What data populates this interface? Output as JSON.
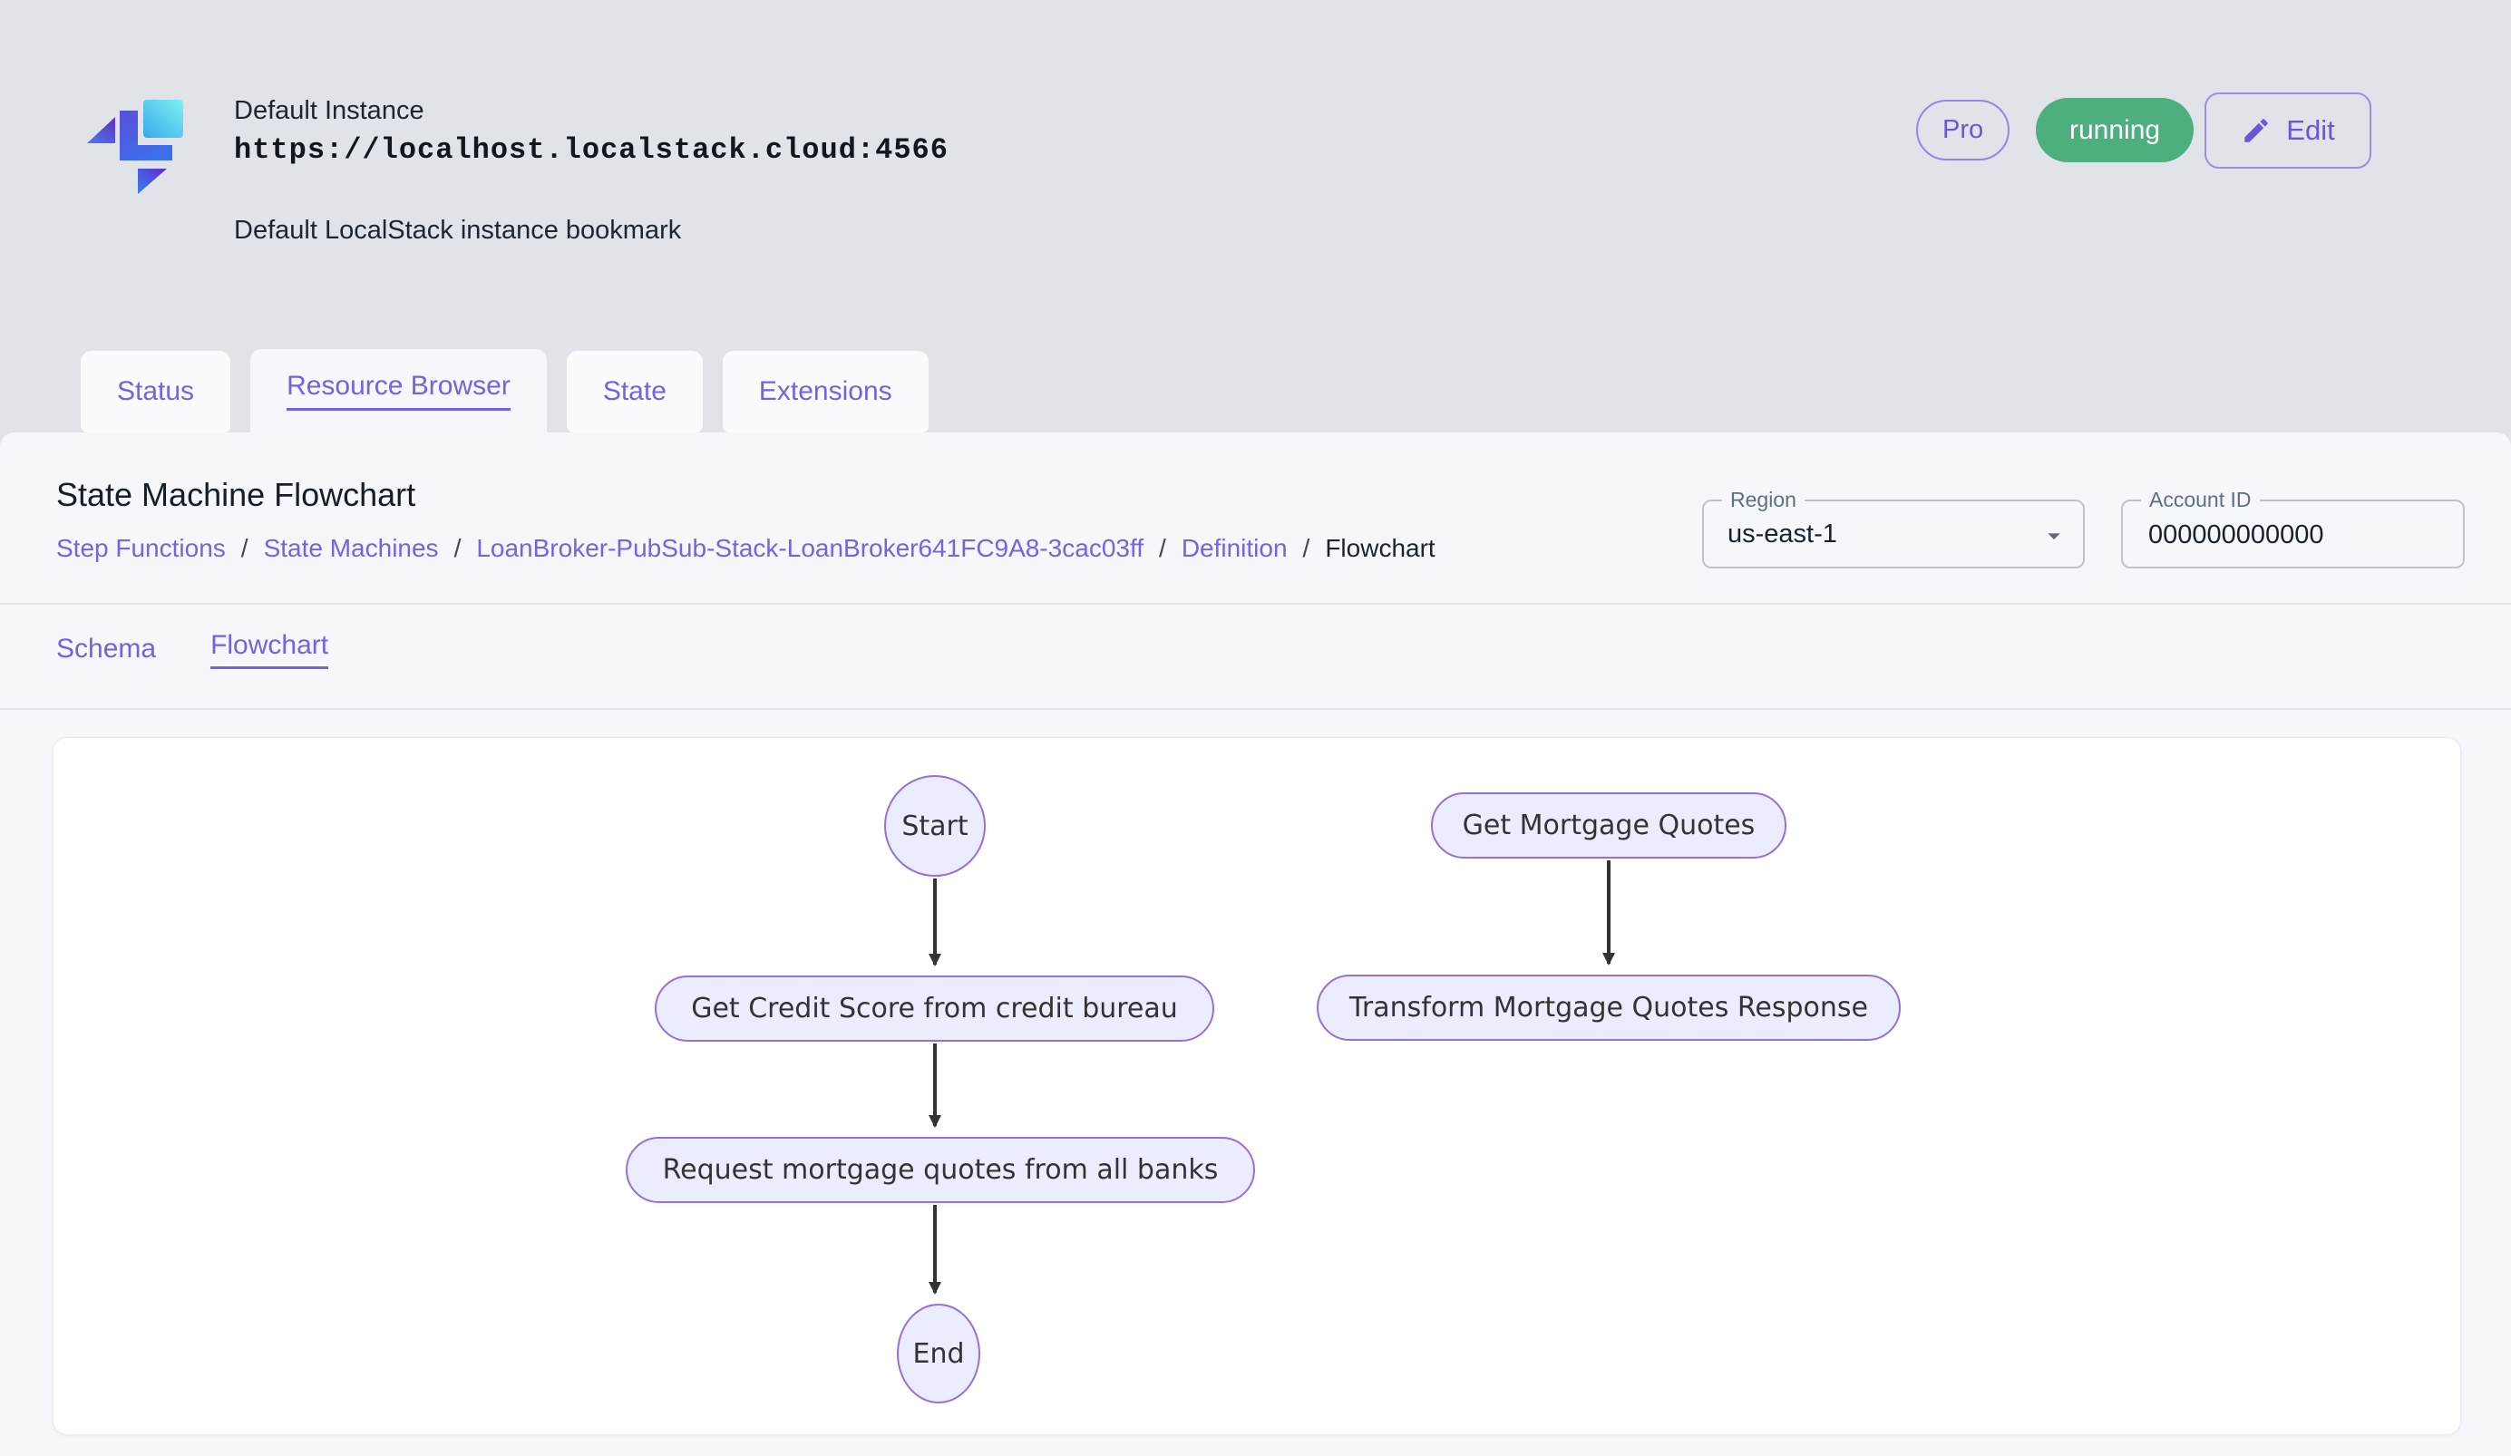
{
  "header": {
    "instance_name": "Default Instance",
    "instance_url": "https://localhost.localstack.cloud:4566",
    "instance_description": "Default LocalStack instance bookmark",
    "pro_badge_label": "Pro",
    "status_label": "running",
    "edit_button_label": "Edit"
  },
  "tabs": {
    "items": [
      {
        "label": "Status",
        "active": false
      },
      {
        "label": "Resource Browser",
        "active": true
      },
      {
        "label": "State",
        "active": false
      },
      {
        "label": "Extensions",
        "active": false
      }
    ]
  },
  "page": {
    "title": "State Machine Flowchart",
    "breadcrumb": {
      "separator": "/",
      "items": [
        {
          "label": "Step Functions",
          "link": true
        },
        {
          "label": "State Machines",
          "link": true
        },
        {
          "label": "LoanBroker-PubSub-Stack-LoanBroker641FC9A8-3cac03ff",
          "link": true
        },
        {
          "label": "Definition",
          "link": true
        },
        {
          "label": "Flowchart",
          "link": false
        }
      ]
    }
  },
  "controls": {
    "region": {
      "label": "Region",
      "value": "us-east-1"
    },
    "account": {
      "label": "Account ID",
      "value": "000000000000"
    }
  },
  "subtabs": {
    "items": [
      {
        "label": "Schema",
        "active": false
      },
      {
        "label": "Flowchart",
        "active": true
      }
    ]
  },
  "flowchart": {
    "nodes": [
      {
        "id": "start",
        "label": "Start",
        "shape": "circle"
      },
      {
        "id": "get_credit_score",
        "label": "Get Credit Score from credit bureau",
        "shape": "pill"
      },
      {
        "id": "request_quotes",
        "label": "Request mortgage quotes from all banks",
        "shape": "pill"
      },
      {
        "id": "end",
        "label": "End",
        "shape": "ellipse"
      },
      {
        "id": "get_mortgage_quotes",
        "label": "Get Mortgage Quotes",
        "shape": "pill"
      },
      {
        "id": "transform_response",
        "label": "Transform Mortgage Quotes Response",
        "shape": "pill"
      }
    ],
    "edges": [
      {
        "from": "start",
        "to": "get_credit_score"
      },
      {
        "from": "get_credit_score",
        "to": "request_quotes"
      },
      {
        "from": "request_quotes",
        "to": "end"
      },
      {
        "from": "get_mortgage_quotes",
        "to": "transform_response"
      }
    ]
  },
  "colors": {
    "accent_purple": "#7163e2",
    "status_green": "#4caf7d",
    "node_fill": "#ececff",
    "node_border": "#9370db",
    "arrow": "#333333"
  }
}
